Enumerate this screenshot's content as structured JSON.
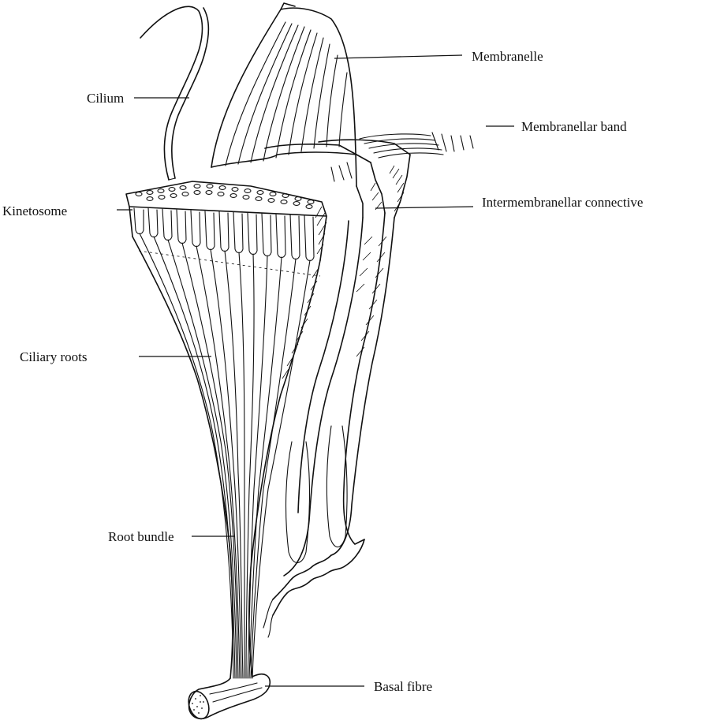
{
  "labels": {
    "membranelle": "Membranelle",
    "membranellar_band": "Membranellar band",
    "cilium": "Cilium",
    "kinetosome": "Kinetosome",
    "intermembranellar_connective": "Intermembranellar connective",
    "ciliary_roots": "Ciliary roots",
    "root_bundle": "Root bundle",
    "basal_fibre": "Basal fibre"
  },
  "colors": {
    "ink": "#111111",
    "background": "#ffffff"
  }
}
